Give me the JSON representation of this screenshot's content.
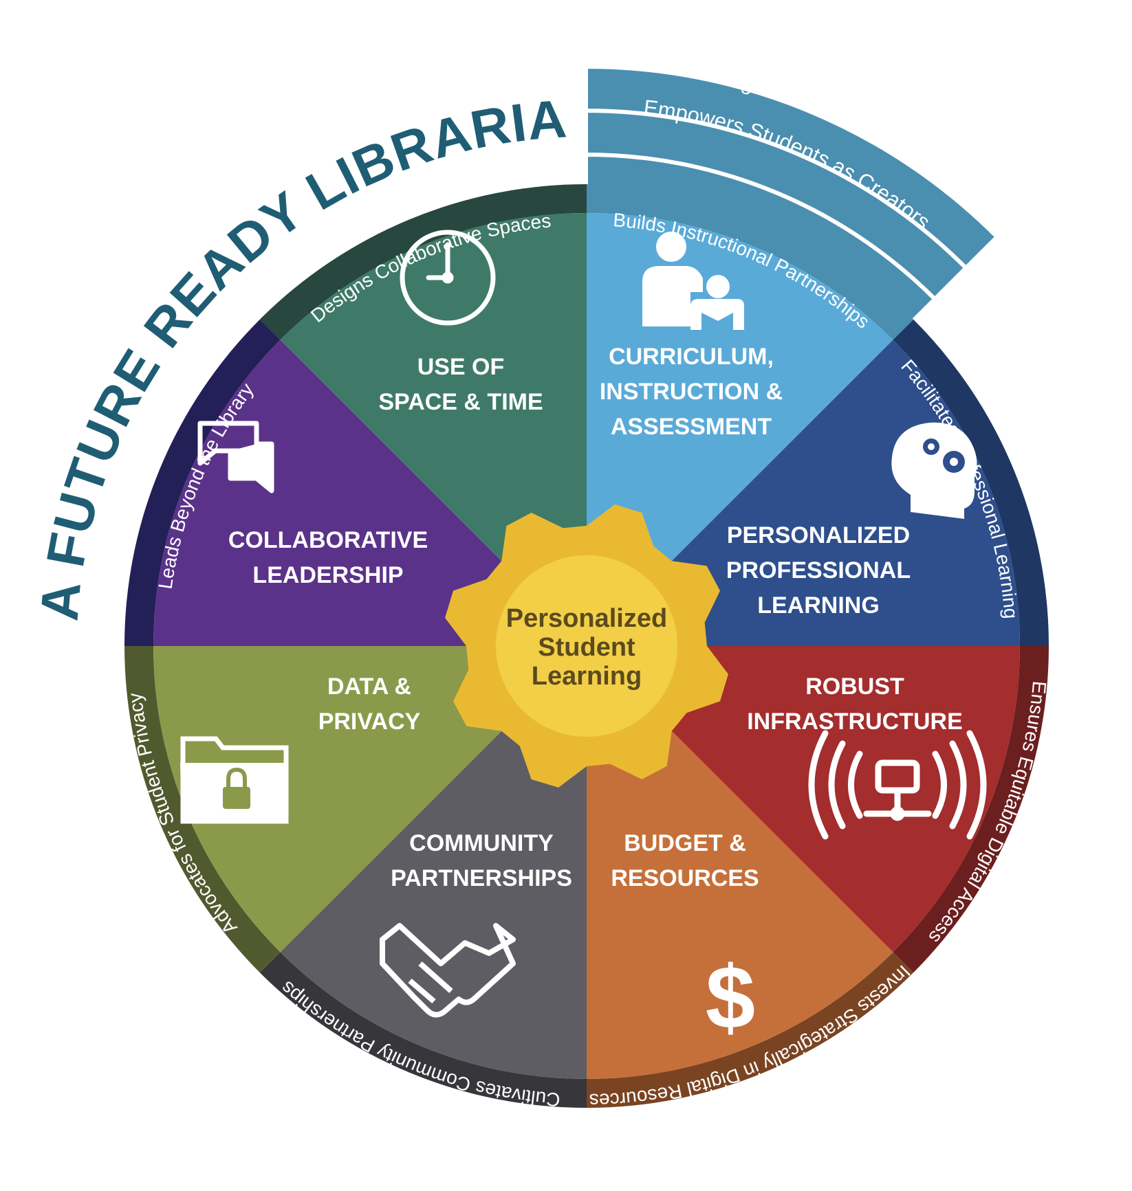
{
  "title": "A FUTURE READY LIBRARIAN",
  "center": {
    "lines": [
      "Personalized",
      "Student",
      "Learning"
    ]
  },
  "segments": [
    {
      "id": "space-time",
      "lines": [
        "USE OF",
        "SPACE & TIME"
      ],
      "icon": "clock-icon",
      "color": "#3f7a68",
      "ring_color": "#27473f",
      "ring_text": "Designs Collaborative Spaces"
    },
    {
      "id": "curriculum",
      "lines": [
        "CURRICULUM,",
        "INSTRUCTION &",
        "ASSESSMENT"
      ],
      "icon": "teacher-student-icon",
      "color": "#5aaad8",
      "ring_color": "#4a8fb0",
      "ring_text": "Builds Instructional Partnerships"
    },
    {
      "id": "professional",
      "lines": [
        "PERSONALIZED",
        "PROFESSIONAL",
        "LEARNING"
      ],
      "icon": "head-gears-icon",
      "color": "#2e4f8c",
      "ring_color": "#1f3763",
      "ring_text": "Facilitates Professional Learning"
    },
    {
      "id": "infrastructure",
      "lines": [
        "ROBUST",
        "INFRASTRUCTURE"
      ],
      "icon": "network-signal-icon",
      "color": "#a42d2d",
      "ring_color": "#6b1f1f",
      "ring_text": "Ensures Equitable Digital Access"
    },
    {
      "id": "budget",
      "lines": [
        "BUDGET &",
        "RESOURCES"
      ],
      "icon": "dollar-icon",
      "color": "#c5703a",
      "ring_color": "#7a4422",
      "ring_text": "Invests Strategically in Digital Resources"
    },
    {
      "id": "community",
      "lines": [
        "COMMUNITY",
        "PARTNERSHIPS"
      ],
      "icon": "handshake-icon",
      "color": "#5d5d63",
      "ring_color": "#36363b",
      "ring_text": "Cultivates Community Partnerships"
    },
    {
      "id": "data-privacy",
      "lines": [
        "DATA &",
        "PRIVACY"
      ],
      "icon": "locked-folder-icon",
      "color": "#8a9a4a",
      "ring_color": "#515a2e",
      "ring_text": "Advocates for Student Privacy"
    },
    {
      "id": "leadership",
      "lines": [
        "COLLABORATIVE",
        "LEADERSHIP"
      ],
      "icon": "chat-bubbles-icon",
      "color": "#5b3289",
      "ring_color": "#231f57",
      "ring_text": "Leads Beyond the Library"
    }
  ],
  "outer_bands": [
    "Curates Digital Resources and Tools",
    "Empowers Students as Creators"
  ],
  "colors": {
    "title": "#1f5d74",
    "gear": "#eab932",
    "gear_inner": "#f2cf46",
    "outer_band": "#4a8fb0"
  }
}
